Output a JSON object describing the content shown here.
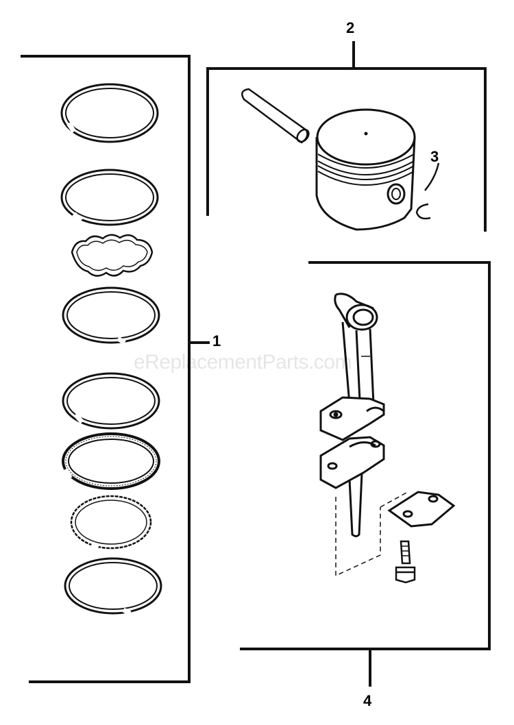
{
  "diagram": {
    "callouts": [
      {
        "id": "1",
        "label": "1"
      },
      {
        "id": "2",
        "label": "2"
      },
      {
        "id": "3",
        "label": "3"
      },
      {
        "id": "4",
        "label": "4"
      }
    ],
    "watermark": "eReplacementParts.com",
    "colors": {
      "ink": "#111111",
      "background": "#ffffff"
    }
  }
}
